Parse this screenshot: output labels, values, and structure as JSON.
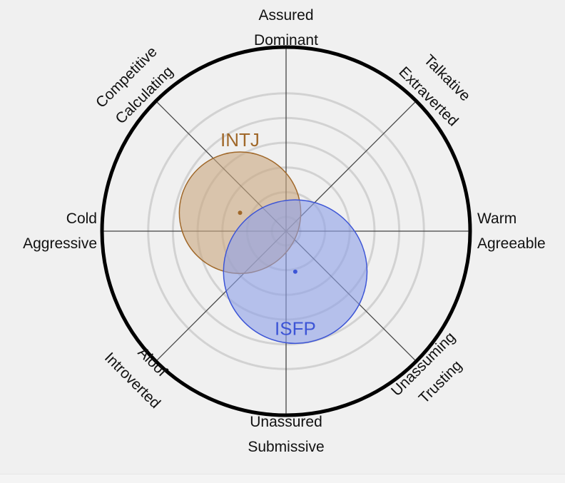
{
  "chart_data": {
    "type": "interpersonal-circumplex",
    "axis_labels": {
      "top": [
        "Assured",
        "Dominant"
      ],
      "top_right": [
        "Talkative",
        "Extraverted"
      ],
      "right": [
        "Warm",
        "Agreeable"
      ],
      "bottom_right": [
        "Unassuming",
        "Trusting"
      ],
      "bottom": [
        "Unassured",
        "Submissive"
      ],
      "bottom_left": [
        "Aloof",
        "Introverted"
      ],
      "left": [
        "Cold",
        "Aggressive"
      ],
      "top_left": [
        "Competitive",
        "Calculating"
      ]
    },
    "rings": 5,
    "profiles": [
      {
        "name": "INTJ",
        "center": [
          -0.25,
          0.1
        ],
        "radius": 0.33,
        "color": "#a0682a",
        "fill": "#caa77f"
      },
      {
        "name": "ISFP",
        "center": [
          0.05,
          -0.22
        ],
        "radius": 0.39,
        "color": "#3d55d6",
        "fill": "#8ea0e8"
      }
    ]
  }
}
